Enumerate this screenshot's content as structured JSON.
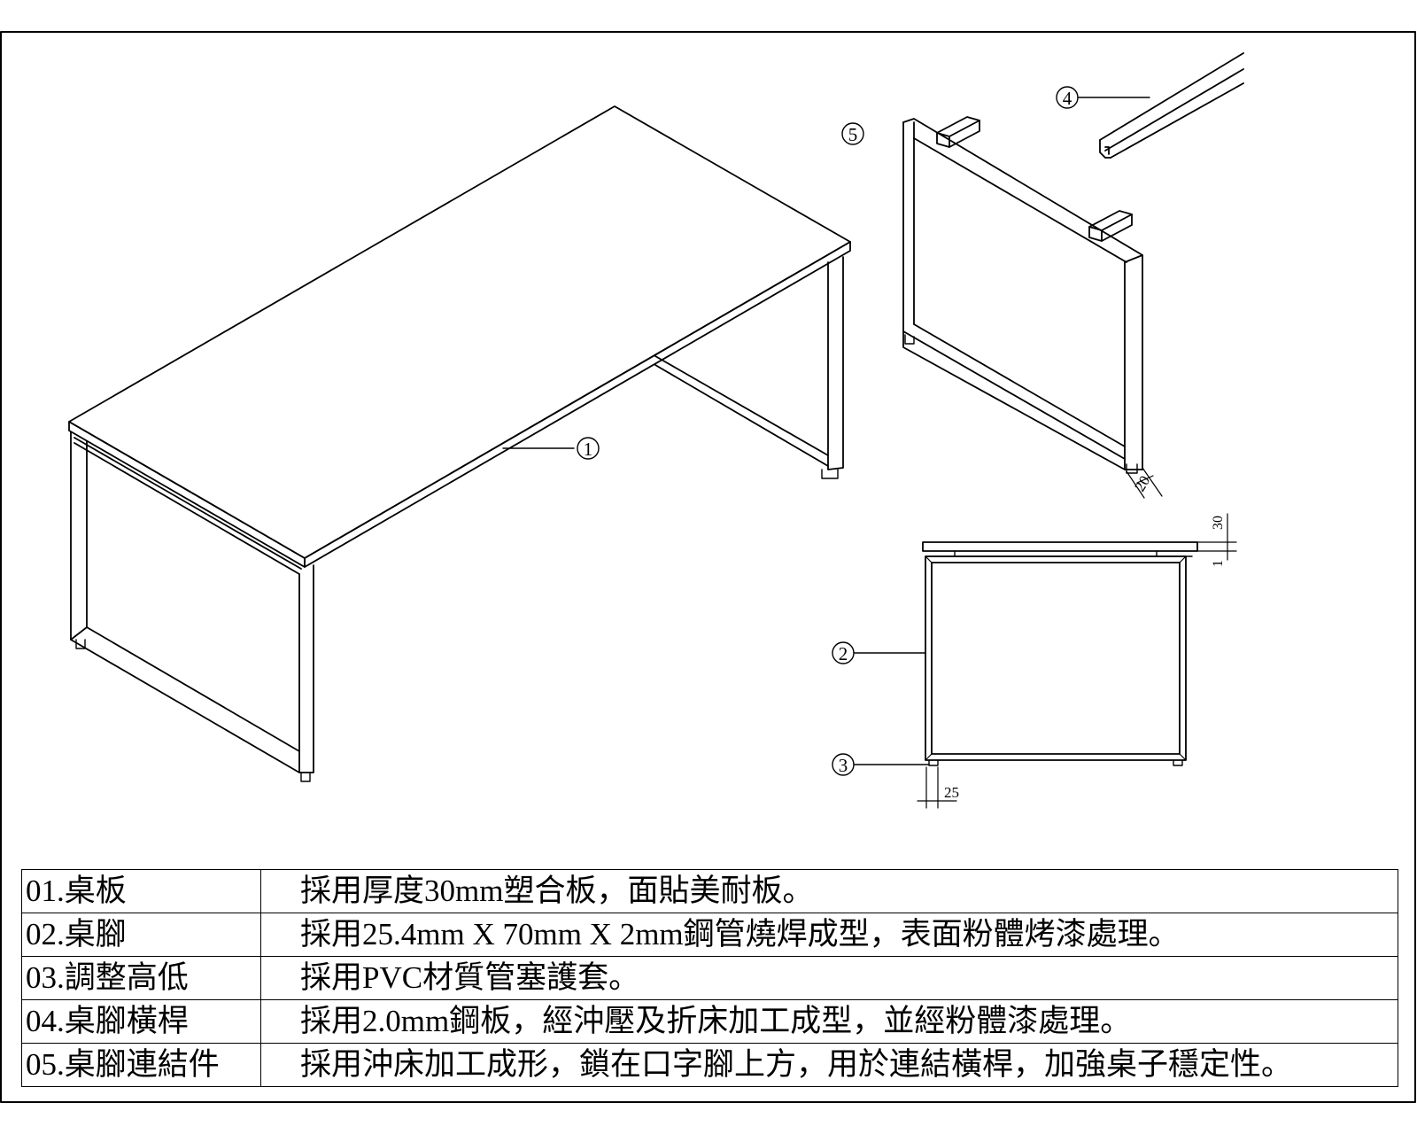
{
  "callouts": [
    "1",
    "2",
    "3",
    "4",
    "5"
  ],
  "dimensions": {
    "foot_section": "20",
    "top_thickness": "30",
    "gap": "1",
    "foot_offset": "25"
  },
  "specs": [
    {
      "code": "01.桌板",
      "description": "採用厚度30mm塑合板，面貼美耐板。"
    },
    {
      "code": "02.桌腳",
      "description": "採用25.4mm X 70mm X 2mm鋼管燒焊成型，表面粉體烤漆處理。"
    },
    {
      "code": "03.調整高低",
      "description": "採用PVC材質管塞護套。"
    },
    {
      "code": "04.桌腳橫桿",
      "description": "採用2.0mm鋼板，經沖壓及折床加工成型，並經粉體漆處理。"
    },
    {
      "code": "05.桌腳連結件",
      "description": "採用沖床加工成形，鎖在口字腳上方，用於連結橫桿，加強桌子穩定性。"
    }
  ]
}
